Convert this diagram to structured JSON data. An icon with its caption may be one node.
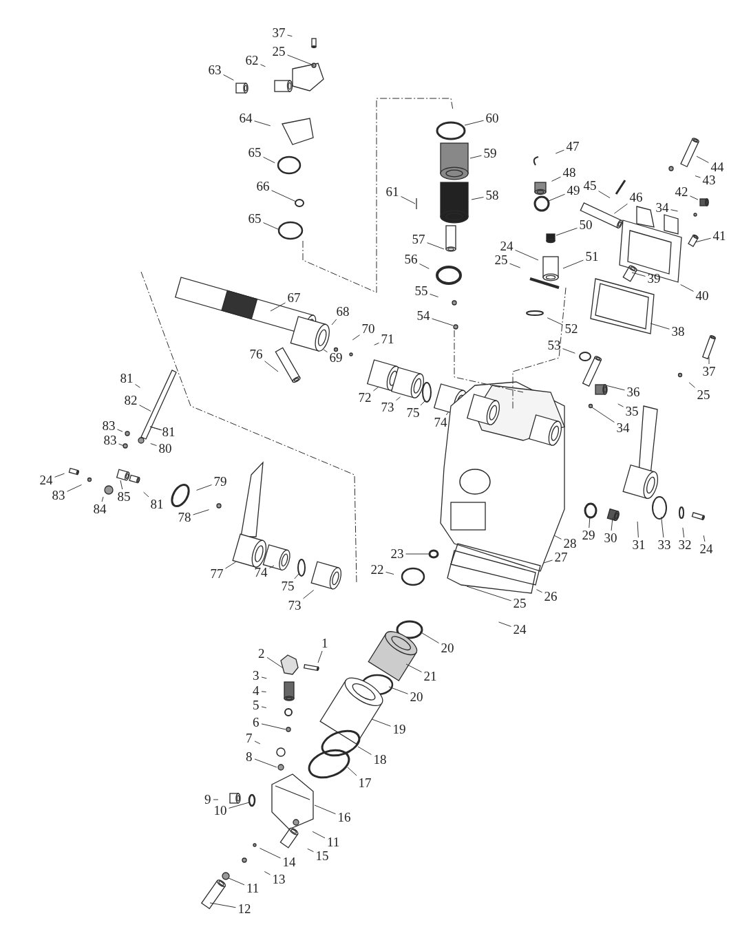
{
  "diagram": {
    "nodes": [
      {
        "text": [
          "37"
        ]
      },
      {
        "text": [
          "25"
        ]
      },
      {
        "text": [
          "62"
        ]
      },
      {
        "text": [
          "63"
        ]
      },
      {
        "text": [
          "64"
        ]
      },
      {
        "text": [
          "65"
        ]
      },
      {
        "text": [
          "66"
        ]
      },
      {
        "text": [
          "65"
        ]
      },
      {
        "text": [
          "60"
        ]
      },
      {
        "text": [
          "59"
        ]
      },
      {
        "text": [
          "58"
        ]
      },
      {
        "text": [
          "61"
        ]
      },
      {
        "text": [
          "57"
        ]
      },
      {
        "text": [
          "56"
        ]
      },
      {
        "text": [
          "55"
        ]
      },
      {
        "text": [
          "54"
        ]
      },
      {
        "text": [
          "47"
        ]
      },
      {
        "text": [
          "48"
        ]
      },
      {
        "text": [
          "49"
        ]
      },
      {
        "text": [
          "45"
        ]
      },
      {
        "text": [
          "46"
        ]
      },
      {
        "text": [
          "50"
        ]
      },
      {
        "text": [
          "24"
        ]
      },
      {
        "text": [
          "25"
        ]
      },
      {
        "text": [
          "51"
        ]
      },
      {
        "text": [
          "44"
        ]
      },
      {
        "text": [
          "43"
        ]
      },
      {
        "text": [
          "42"
        ]
      },
      {
        "text": [
          "34"
        ]
      },
      {
        "text": [
          "41"
        ]
      },
      {
        "text": [
          "39"
        ]
      },
      {
        "text": [
          "40"
        ]
      },
      {
        "text": [
          "38"
        ]
      },
      {
        "text": [
          "52"
        ]
      },
      {
        "text": [
          "53"
        ]
      },
      {
        "text": [
          "37"
        ]
      },
      {
        "text": [
          "25"
        ]
      },
      {
        "text": [
          "36"
        ]
      },
      {
        "text": [
          "35"
        ]
      },
      {
        "text": [
          "34"
        ]
      },
      {
        "text": [
          "67"
        ]
      },
      {
        "text": [
          "68"
        ]
      },
      {
        "text": [
          "70"
        ]
      },
      {
        "text": [
          "71"
        ]
      },
      {
        "text": [
          "69"
        ]
      },
      {
        "text": [
          "76"
        ]
      },
      {
        "text": [
          "72"
        ]
      },
      {
        "text": [
          "73"
        ]
      },
      {
        "text": [
          "75"
        ]
      },
      {
        "text": [
          "74"
        ]
      },
      {
        "text": [
          "81"
        ]
      },
      {
        "text": [
          "82"
        ]
      },
      {
        "text": [
          "83"
        ]
      },
      {
        "text": [
          "83"
        ]
      },
      {
        "text": [
          "81"
        ]
      },
      {
        "text": [
          "80"
        ]
      },
      {
        "text": [
          "24"
        ]
      },
      {
        "text": [
          "83"
        ]
      },
      {
        "text": [
          "84"
        ]
      },
      {
        "text": [
          "85"
        ]
      },
      {
        "text": [
          "81"
        ]
      },
      {
        "text": [
          "79"
        ]
      },
      {
        "text": [
          "78"
        ]
      },
      {
        "text": [
          "77"
        ]
      },
      {
        "text": [
          "74"
        ]
      },
      {
        "text": [
          "75"
        ]
      },
      {
        "text": [
          "73"
        ]
      },
      {
        "text": [
          "31"
        ]
      },
      {
        "text": [
          "33"
        ]
      },
      {
        "text": [
          "32"
        ]
      },
      {
        "text": [
          "24"
        ]
      },
      {
        "text": [
          "29"
        ]
      },
      {
        "text": [
          "30"
        ]
      },
      {
        "text": [
          "28"
        ]
      },
      {
        "text": [
          "27"
        ]
      },
      {
        "text": [
          "26"
        ]
      },
      {
        "text": [
          "25"
        ]
      },
      {
        "text": [
          "24"
        ]
      },
      {
        "text": [
          "23"
        ]
      },
      {
        "text": [
          "22"
        ]
      },
      {
        "text": [
          "20"
        ]
      },
      {
        "text": [
          "21"
        ]
      },
      {
        "text": [
          "20"
        ]
      },
      {
        "text": [
          "19"
        ]
      },
      {
        "text": [
          "18"
        ]
      },
      {
        "text": [
          "17"
        ]
      },
      {
        "text": [
          "16"
        ]
      },
      {
        "text": [
          "11"
        ]
      },
      {
        "text": [
          "15"
        ]
      },
      {
        "text": [
          "14"
        ]
      },
      {
        "text": [
          "13"
        ]
      },
      {
        "text": [
          "11"
        ]
      },
      {
        "text": [
          "12"
        ]
      },
      {
        "text": [
          "1"
        ]
      },
      {
        "text": [
          "2"
        ]
      },
      {
        "text": [
          "3"
        ]
      },
      {
        "text": [
          "4"
        ]
      },
      {
        "text": [
          "5"
        ]
      },
      {
        "text": [
          "6"
        ]
      },
      {
        "text": [
          "7"
        ]
      },
      {
        "text": [
          "8"
        ]
      },
      {
        "text": [
          "9"
        ]
      },
      {
        "text": [
          "10"
        ]
      }
    ],
    "edges": [
      {
        "from": 0,
        "to": null,
        "arrow": "none"
      },
      {
        "from": 1,
        "to": null,
        "arrow": "none"
      },
      {
        "from": 2,
        "to": null,
        "arrow": "none"
      },
      {
        "from": 3,
        "to": null,
        "arrow": "none"
      },
      {
        "from": 4,
        "to": null,
        "arrow": "none"
      },
      {
        "from": 5,
        "to": null,
        "arrow": "none"
      },
      {
        "from": 6,
        "to": null,
        "arrow": "none"
      },
      {
        "from": 7,
        "to": null,
        "arrow": "none"
      },
      {
        "from": 8,
        "to": null,
        "arrow": "none"
      },
      {
        "from": 9,
        "to": null,
        "arrow": "none"
      },
      {
        "from": 10,
        "to": null,
        "arrow": "none"
      },
      {
        "from": 11,
        "to": null,
        "arrow": "none"
      },
      {
        "from": 12,
        "to": null,
        "arrow": "none"
      },
      {
        "from": 13,
        "to": null,
        "arrow": "none"
      },
      {
        "from": 14,
        "to": null,
        "arrow": "none"
      },
      {
        "from": 15,
        "to": null,
        "arrow": "none"
      },
      {
        "from": 16,
        "to": null,
        "arrow": "none"
      },
      {
        "from": 17,
        "to": null,
        "arrow": "none"
      },
      {
        "from": 18,
        "to": null,
        "arrow": "none"
      },
      {
        "from": 19,
        "to": null,
        "arrow": "none"
      },
      {
        "from": 20,
        "to": null,
        "arrow": "none"
      },
      {
        "from": 21,
        "to": null,
        "arrow": "none"
      },
      {
        "from": 22,
        "to": null,
        "arrow": "none"
      },
      {
        "from": 23,
        "to": null,
        "arrow": "none"
      },
      {
        "from": 24,
        "to": null,
        "arrow": "none"
      },
      {
        "from": 25,
        "to": null,
        "arrow": "none"
      },
      {
        "from": 26,
        "to": null,
        "arrow": "none"
      },
      {
        "from": 27,
        "to": null,
        "arrow": "none"
      },
      {
        "from": 28,
        "to": null,
        "arrow": "none"
      },
      {
        "from": 29,
        "to": null,
        "arrow": "none"
      },
      {
        "from": 30,
        "to": null,
        "arrow": "none"
      },
      {
        "from": 31,
        "to": null,
        "arrow": "none"
      },
      {
        "from": 32,
        "to": null,
        "arrow": "none"
      },
      {
        "from": 33,
        "to": null,
        "arrow": "none"
      },
      {
        "from": 34,
        "to": null,
        "arrow": "none"
      },
      {
        "from": 35,
        "to": null,
        "arrow": "none"
      },
      {
        "from": 36,
        "to": null,
        "arrow": "none"
      },
      {
        "from": 37,
        "to": null,
        "arrow": "none"
      },
      {
        "from": 38,
        "to": null,
        "arrow": "none"
      },
      {
        "from": 39,
        "to": null,
        "arrow": "none"
      },
      {
        "from": 40,
        "to": null,
        "arrow": "none"
      },
      {
        "from": 41,
        "to": null,
        "arrow": "none"
      },
      {
        "from": 42,
        "to": null,
        "arrow": "none"
      },
      {
        "from": 43,
        "to": null,
        "arrow": "none"
      },
      {
        "from": 44,
        "to": null,
        "arrow": "none"
      },
      {
        "from": 45,
        "to": null,
        "arrow": "none"
      },
      {
        "from": 46,
        "to": null,
        "arrow": "none"
      },
      {
        "from": 47,
        "to": null,
        "arrow": "none"
      },
      {
        "from": 48,
        "to": null,
        "arrow": "none"
      },
      {
        "from": 49,
        "to": null,
        "arrow": "none"
      },
      {
        "from": 50,
        "to": null,
        "arrow": "none"
      },
      {
        "from": 51,
        "to": null,
        "arrow": "none"
      },
      {
        "from": 52,
        "to": null,
        "arrow": "none"
      },
      {
        "from": 53,
        "to": null,
        "arrow": "none"
      },
      {
        "from": 54,
        "to": null,
        "arrow": "none"
      },
      {
        "from": 55,
        "to": null,
        "arrow": "none"
      },
      {
        "from": 56,
        "to": null,
        "arrow": "none"
      },
      {
        "from": 57,
        "to": null,
        "arrow": "none"
      },
      {
        "from": 58,
        "to": null,
        "arrow": "none"
      },
      {
        "from": 59,
        "to": null,
        "arrow": "none"
      },
      {
        "from": 60,
        "to": null,
        "arrow": "none"
      },
      {
        "from": 61,
        "to": null,
        "arrow": "none"
      },
      {
        "from": 62,
        "to": null,
        "arrow": "none"
      },
      {
        "from": 63,
        "to": null,
        "arrow": "none"
      },
      {
        "from": 64,
        "to": null,
        "arrow": "none"
      },
      {
        "from": 65,
        "to": null,
        "arrow": "none"
      },
      {
        "from": 66,
        "to": null,
        "arrow": "none"
      },
      {
        "from": 67,
        "to": null,
        "arrow": "none"
      },
      {
        "from": 68,
        "to": null,
        "arrow": "none"
      },
      {
        "from": 69,
        "to": null,
        "arrow": "none"
      },
      {
        "from": 70,
        "to": null,
        "arrow": "none"
      },
      {
        "from": 71,
        "to": null,
        "arrow": "none"
      },
      {
        "from": 72,
        "to": null,
        "arrow": "none"
      },
      {
        "from": 73,
        "to": null,
        "arrow": "none"
      },
      {
        "from": 74,
        "to": null,
        "arrow": "none"
      },
      {
        "from": 75,
        "to": null,
        "arrow": "none"
      },
      {
        "from": 76,
        "to": null,
        "arrow": "none"
      },
      {
        "from": 77,
        "to": null,
        "arrow": "none"
      },
      {
        "from": 78,
        "to": null,
        "arrow": "none"
      },
      {
        "from": 79,
        "to": null,
        "arrow": "none"
      },
      {
        "from": 80,
        "to": null,
        "arrow": "none"
      },
      {
        "from": 81,
        "to": null,
        "arrow": "none"
      },
      {
        "from": 82,
        "to": null,
        "arrow": "none"
      },
      {
        "from": 83,
        "to": null,
        "arrow": "none"
      },
      {
        "from": 84,
        "to": null,
        "arrow": "none"
      },
      {
        "from": 85,
        "to": null,
        "arrow": "none"
      },
      {
        "from": 86,
        "to": null,
        "arrow": "none"
      },
      {
        "from": 87,
        "to": null,
        "arrow": "none"
      },
      {
        "from": 88,
        "to": null,
        "arrow": "none"
      },
      {
        "from": 89,
        "to": null,
        "arrow": "none"
      },
      {
        "from": 90,
        "to": null,
        "arrow": "none"
      },
      {
        "from": 91,
        "to": null,
        "arrow": "none"
      },
      {
        "from": 92,
        "to": null,
        "arrow": "none"
      },
      {
        "from": 93,
        "to": null,
        "arrow": "none"
      },
      {
        "from": 94,
        "to": null,
        "arrow": "none"
      },
      {
        "from": 95,
        "to": null,
        "arrow": "none"
      },
      {
        "from": 96,
        "to": null,
        "arrow": "none"
      },
      {
        "from": 97,
        "to": null,
        "arrow": "none"
      },
      {
        "from": 98,
        "to": null,
        "arrow": "none"
      },
      {
        "from": 99,
        "to": null,
        "arrow": "none"
      },
      {
        "from": 100,
        "to": null,
        "arrow": "none"
      },
      {
        "from": 101,
        "to": null,
        "arrow": "none"
      },
      {
        "from": 102,
        "to": null,
        "arrow": "none"
      }
    ]
  }
}
